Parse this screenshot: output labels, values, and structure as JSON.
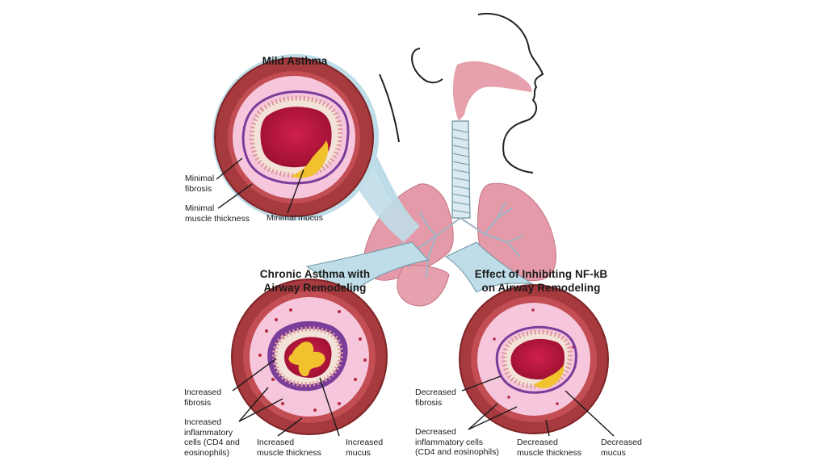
{
  "titles": {
    "mild": "Mild Asthma",
    "chronic": [
      "Chronic Asthma with",
      "Airway Remodeling"
    ],
    "effect": [
      "Effect of Inhibiting NF-kB",
      "on Airway Remodeling"
    ]
  },
  "mild_labels": {
    "fibrosis": [
      "Minimal",
      "fibrosis"
    ],
    "muscle": [
      "Minimal",
      "muscle thickness"
    ],
    "mucus": [
      "Minimal mucus"
    ]
  },
  "chronic_labels": {
    "fibrosis": [
      "Increased",
      "fibrosis"
    ],
    "inflammatory": [
      "Increased",
      "inflammatory",
      "cells (CD4 and",
      "eosinophils)"
    ],
    "muscle": [
      "Increased",
      "muscle thickness"
    ],
    "mucus": [
      "Increased",
      "mucus"
    ]
  },
  "effect_labels": {
    "fibrosis": [
      "Decreased",
      "fibrosis"
    ],
    "inflammatory": [
      "Decreased",
      "inflammatory cells",
      "(CD4 and eosinophils)"
    ],
    "muscle": [
      "Decreased",
      "muscle thickness"
    ],
    "mucus": [
      "Decreased",
      "mucus"
    ]
  },
  "colors": {
    "muscle": "#a63a3e",
    "muscle_dark": "#7e2427",
    "submucosa": "#f6c6dc",
    "fibrosis": "#7a3d9a",
    "epithelium": "#f3e2d8",
    "lumen": "#b8123a",
    "mucus": "#f2c12e",
    "lung": "#e59aa8",
    "trachea": "#cfe3ea",
    "airway_tube": "#a9cfdc"
  }
}
